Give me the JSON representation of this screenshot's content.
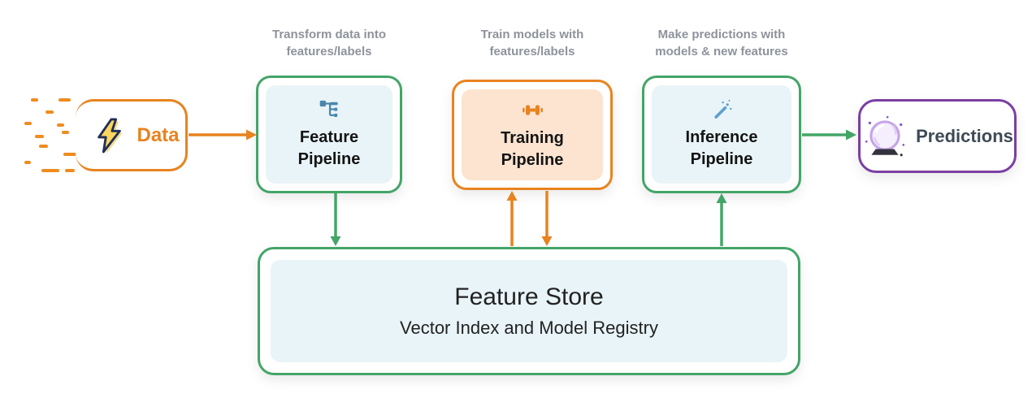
{
  "captions": {
    "feature": {
      "line1": "Transform data into",
      "line2": "features/labels"
    },
    "training": {
      "line1": "Train models with",
      "line2": "features/labels"
    },
    "inference": {
      "line1": "Make predictions with",
      "line2": "models & new features"
    }
  },
  "nodes": {
    "data": {
      "label": "Data",
      "icon": "lightning-bolt-icon"
    },
    "feature_pipeline": {
      "line1": "Feature",
      "line2": "Pipeline",
      "icon": "tree-hierarchy-icon"
    },
    "training_pipeline": {
      "line1": "Training",
      "line2": "Pipeline",
      "icon": "dumbbell-icon"
    },
    "inference_pipeline": {
      "line1": "Inference",
      "line2": "Pipeline",
      "icon": "magic-wand-icon"
    },
    "predictions": {
      "label": "Predictions",
      "icon": "crystal-ball-icon"
    },
    "feature_store": {
      "title": "Feature Store",
      "subtitle": "Vector Index and Model Registry"
    }
  },
  "edges": [
    {
      "from": "data",
      "to": "feature_pipeline",
      "color": "#e8831f",
      "direction": "right"
    },
    {
      "from": "feature_pipeline",
      "to": "feature_store",
      "color": "#43a567",
      "direction": "down"
    },
    {
      "from": "feature_store",
      "to": "training_pipeline",
      "color": "#e8831f",
      "direction": "up"
    },
    {
      "from": "training_pipeline",
      "to": "feature_store",
      "color": "#e8831f",
      "direction": "down"
    },
    {
      "from": "feature_store",
      "to": "inference_pipeline",
      "color": "#43a567",
      "direction": "up"
    },
    {
      "from": "inference_pipeline",
      "to": "predictions",
      "color": "#43a567",
      "direction": "right"
    }
  ],
  "colors": {
    "green": "#43a567",
    "orange": "#e8831f",
    "purple": "#7b3fa3",
    "pale_blue_fill": "#e9f4f8",
    "pale_orange_fill": "#fce4d0",
    "caption_gray": "#8e939b",
    "label_dark": "#141414",
    "predictions_text": "#3e4a56",
    "bolt_yellow": "#fbd65e",
    "bolt_outline": "#222f55",
    "tree_icon_blue": "#4a87ad",
    "wand_icon_blue": "#5d9fd3",
    "crystal_ball_purple": "#c5a3ea"
  }
}
